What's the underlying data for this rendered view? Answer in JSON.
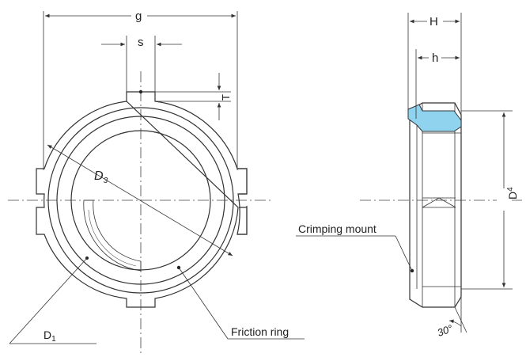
{
  "labels": {
    "g": "g",
    "s": "s",
    "T": "T",
    "D3_main": "D",
    "D3_sub": "3",
    "D1_main": "D",
    "D1_sub": "1",
    "H": "H",
    "h": "h",
    "D4_main": "D",
    "D4_sub": "4",
    "crimping_mount": "Crimping mount",
    "friction_ring": "Friction ring",
    "angle": "30°"
  },
  "colors": {
    "friction_ring_fill": "#8fd3ef",
    "line": "#333333"
  }
}
